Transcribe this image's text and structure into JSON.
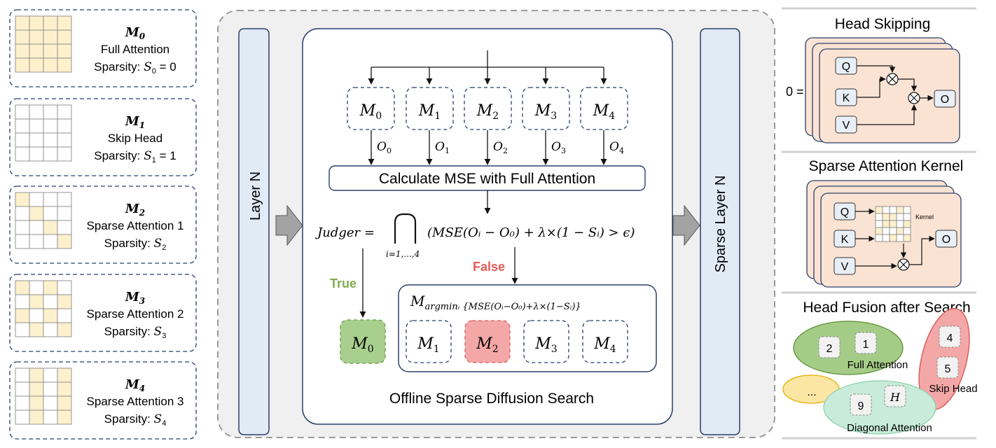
{
  "left_panel": {
    "masks": [
      {
        "name": "M",
        "sub": "0",
        "title": "Full Attention",
        "sparsity_prefix": "Sparsity: ",
        "sparsity_var": "S",
        "sparsity_sub": "0",
        "sparsity_suffix": " = 0"
      },
      {
        "name": "M",
        "sub": "1",
        "title": "Skip Head",
        "sparsity_prefix": "Sparsity: ",
        "sparsity_var": "S",
        "sparsity_sub": "1",
        "sparsity_suffix": " = 1"
      },
      {
        "name": "M",
        "sub": "2",
        "title": "Sparse Attention 1",
        "sparsity_prefix": "Sparsity: ",
        "sparsity_var": "S",
        "sparsity_sub": "2",
        "sparsity_suffix": ""
      },
      {
        "name": "M",
        "sub": "3",
        "title": "Sparse Attention 2",
        "sparsity_prefix": "Sparsity: ",
        "sparsity_var": "S",
        "sparsity_sub": "3",
        "sparsity_suffix": ""
      },
      {
        "name": "M",
        "sub": "4",
        "title": "Sparse Attention 3",
        "sparsity_prefix": "Sparsity: ",
        "sparsity_var": "S",
        "sparsity_sub": "4",
        "sparsity_suffix": ""
      }
    ]
  },
  "center": {
    "layer_label": "Layer N",
    "sparse_layer_label": "Sparse Layer N",
    "candidates": [
      {
        "label": "M",
        "sub": "0",
        "out": "O",
        "out_sub": "0"
      },
      {
        "label": "M",
        "sub": "1",
        "out": "O",
        "out_sub": "1"
      },
      {
        "label": "M",
        "sub": "2",
        "out": "O",
        "out_sub": "2"
      },
      {
        "label": "M",
        "sub": "3",
        "out": "O",
        "out_sub": "3"
      },
      {
        "label": "M",
        "sub": "4",
        "out": "O",
        "out_sub": "4"
      }
    ],
    "mse_label": "Calculate MSE with Full Attention",
    "judger_lhs": "Judger =",
    "judger_index": "i=1,...,4",
    "judger_rhs": "(MSE(Oᵢ − O₀) + λ×(1 − Sᵢ) > ϵ)",
    "true_label": "True",
    "false_label": "False",
    "argmin_label": "M",
    "argmin_sub": "argminᵢ {MSE(Oᵢ−O₀)+λ×(1−Sᵢ)}",
    "true_result": {
      "label": "M",
      "sub": "0"
    },
    "argmin_options": [
      {
        "label": "M",
        "sub": "1"
      },
      {
        "label": "M",
        "sub": "2"
      },
      {
        "label": "M",
        "sub": "3"
      },
      {
        "label": "M",
        "sub": "4"
      }
    ],
    "caption": "Offline Sparse Diffusion Search"
  },
  "right_panel": {
    "head_skipping": {
      "title": "Head Skipping",
      "zero_label": "0 =",
      "q": "Q",
      "k": "K",
      "v": "V",
      "o": "O"
    },
    "sparse_kernel": {
      "title": "Sparse Attention Kernel",
      "kernel_label": "Kernel",
      "q": "Q",
      "k": "K",
      "v": "V",
      "o": "O"
    },
    "fusion": {
      "title": "Head Fusion after Search",
      "full_attention": "Full Attention",
      "skip_head": "Skip Head",
      "diagonal_attention": "Diagonal Attention",
      "ellipsis": "...",
      "heads_full": [
        "2",
        "1"
      ],
      "heads_skip": [
        "4",
        "5"
      ],
      "heads_diag": [
        "9",
        "H"
      ]
    }
  },
  "colors": {
    "cell_fill": "#fdf0cc",
    "layer_fill": "#e1ebf6",
    "green": "#8fbf6a",
    "red": "#f28b8b",
    "teal": "#c8ecd9",
    "yellow": "#fbe6a3",
    "peach": "#fbe3d4",
    "true_text": "#7cae4f",
    "false_text": "#e55b5b"
  }
}
